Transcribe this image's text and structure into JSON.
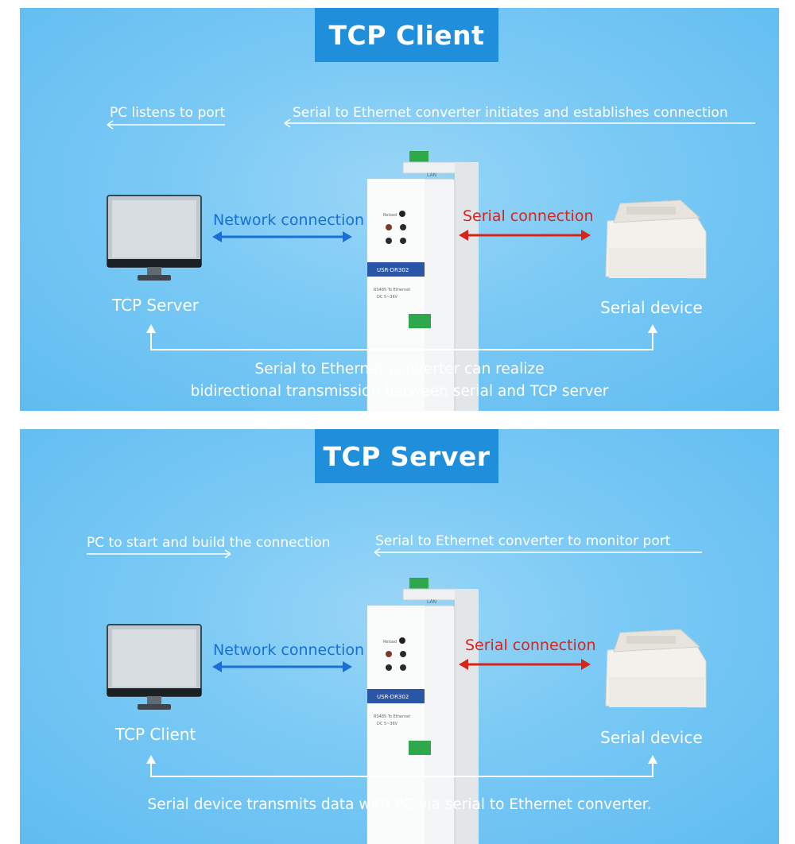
{
  "sections": [
    {
      "title": "TCP Client",
      "note_left": "PC listens to port",
      "note_right": "Serial to Ethernet converter initiates and establishes connection",
      "network_label": "Network connection",
      "serial_label": "Serial connection",
      "pc_label": "TCP Server",
      "device_label": "Serial device",
      "caption_line1": "Serial to Ethernet converter can realize",
      "caption_line2": "bidirectional transmission between serial and TCP server"
    },
    {
      "title": "TCP Server",
      "note_left": "PC to start and build the connection",
      "note_right": "Serial to Ethernet converter to monitor port",
      "network_label": "Network connection",
      "serial_label": "Serial connection",
      "pc_label": "TCP Client",
      "device_label": "Serial device",
      "caption_line1": "Serial device transmits data with PC via serial to Ethernet converter."
    }
  ],
  "converter": {
    "brand_label": "USR-DR302",
    "model_label": "RS485 To Ethernet",
    "power_label": "DC 5~36V",
    "reload_label": "Reload",
    "port_label": "LAN"
  },
  "colors": {
    "panel": "#6cc2f2",
    "title_bg": "#1f8fdc",
    "network": "#1a6fd6",
    "serial": "#d9241a"
  }
}
